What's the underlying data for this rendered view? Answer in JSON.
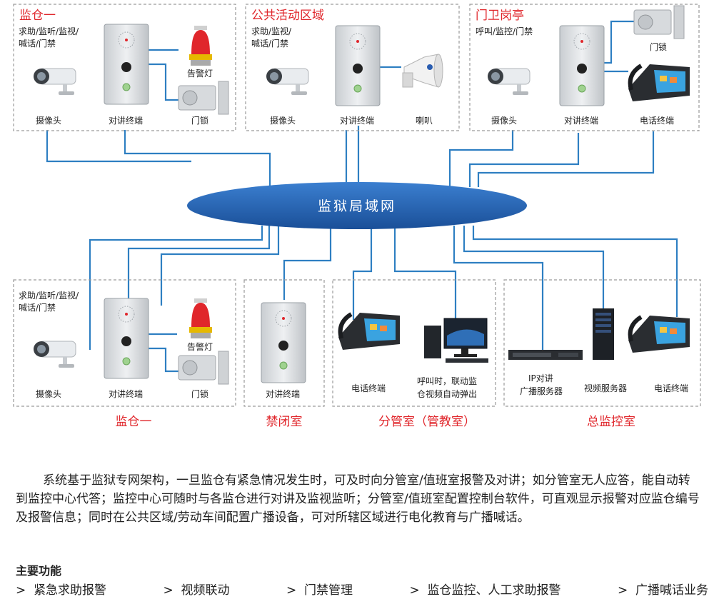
{
  "zones": {
    "cell_top": {
      "title": "监仓一",
      "desc": [
        "求助/监听/监视/",
        "喊话/门禁"
      ],
      "labels": {
        "camera": "摄像头",
        "intercom": "对讲终端",
        "alarm": "告警灯",
        "lock": "门锁"
      }
    },
    "public_area": {
      "title": "公共活动区域",
      "desc": [
        "求助/监视/",
        "喊话/门禁"
      ],
      "labels": {
        "camera": "摄像头",
        "intercom": "对讲终端",
        "speaker": "喇叭"
      }
    },
    "guard_booth": {
      "title": "门卫岗亭",
      "desc": [
        "呼叫/监控/门禁"
      ],
      "labels": {
        "camera": "摄像头",
        "intercom": "对讲终端",
        "lock": "门锁",
        "phone": "电话终端"
      }
    },
    "network": {
      "label": "监狱局域网"
    },
    "cell_bottom": {
      "title": "监仓一",
      "desc": [
        "求助/监听/监视/",
        "喊话/门禁"
      ],
      "labels": {
        "camera": "摄像头",
        "intercom": "对讲终端",
        "alarm": "告警灯",
        "lock": "门锁"
      }
    },
    "solitary": {
      "title": "禁闭室",
      "labels": {
        "intercom": "对讲终端"
      }
    },
    "branch_office": {
      "title": "分管室（管教室）",
      "labels": {
        "phone": "电话终端",
        "pc": [
          "呼叫时，联动监",
          "仓视频自动弹出"
        ]
      }
    },
    "control_center": {
      "title": "总监控室",
      "labels": {
        "ip_server": [
          "IP对讲",
          "广播服务器"
        ],
        "video_server": "视频服务器",
        "phone": "电话终端"
      }
    }
  },
  "description": "系统基于监狱专网架构，一旦监仓有紧急情况发生时，可及时向分管室/值班室报警及对讲；如分管室无人应答，能自动转到监控中心代答；监控中心可随时与各监仓进行对讲及监视监听；分管室/值班室配置控制台软件，可直观显示报警对应监仓编号及报警信息；同时在公共区域/劳动车间配置广播设备，可对所辖区域进行电化教育与广播喊话。",
  "functions": {
    "title": "主要功能",
    "items": [
      "紧急求助报警",
      "视频联动",
      "门禁管理",
      "监仓监控、人工求助报警",
      "广播喊话业务"
    ]
  },
  "colors": {
    "wire": "#2e7fc2",
    "network": "#1f5fa8",
    "title_red": "#e0262b"
  }
}
